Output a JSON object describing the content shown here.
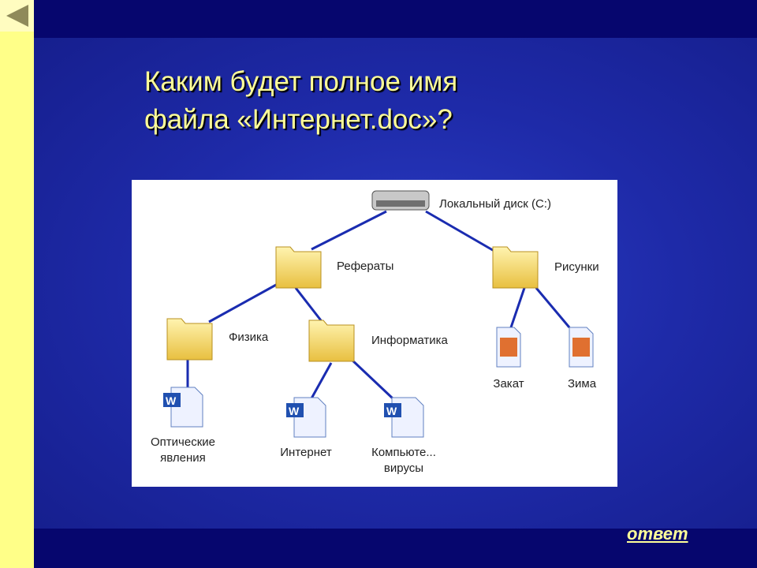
{
  "slide": {
    "title_line1": "Каким будет полное имя",
    "title_line2": "файла «Интернет.doc»?",
    "answer_link": "ответ",
    "back_icon": "triangle-left-icon"
  },
  "tree": {
    "drive": "Локальный диск (C:)",
    "referaty": "Рефераты",
    "risunki": "Рисунки",
    "fizika": "Физика",
    "informatika": "Информатика",
    "opt1": "Оптические",
    "opt2": "явления",
    "internet": "Интернет",
    "komp1": "Компьюте...",
    "komp2": "вирусы",
    "zakat": "Закат",
    "zima": "Зима"
  },
  "colors": {
    "accent": "#ffff99",
    "line": "#1a2cb0"
  }
}
